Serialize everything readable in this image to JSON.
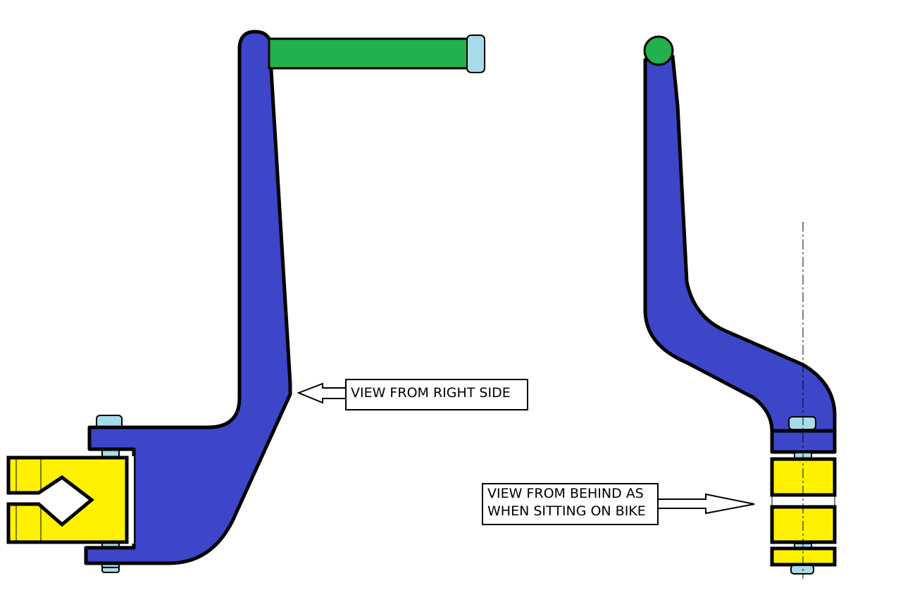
{
  "labels": {
    "right_side": "VIEW FROM RIGHT SIDE",
    "behind_line1": "VIEW FROM BEHIND AS",
    "behind_line2": "WHEN SITTING ON BIKE"
  },
  "colors": {
    "lever": "#3d46c8",
    "peg": "#22b14c",
    "block": "#fff200",
    "pin": "#a8dbe8"
  }
}
